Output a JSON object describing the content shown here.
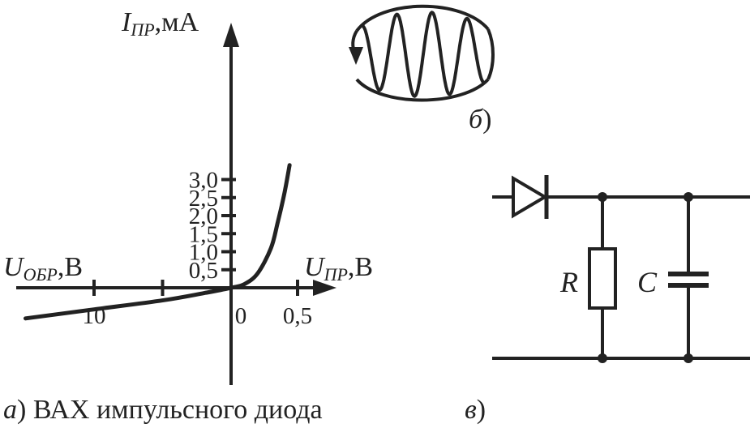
{
  "chart_data": {
    "type": "line",
    "title": "",
    "y_axis": {
      "label_main": "I",
      "label_sub": "ПР",
      "label_unit": ",мА",
      "ticks": [
        "0,5",
        "1,0",
        "1,5",
        "2,0",
        "2,5",
        "3,0"
      ],
      "tick_values": [
        0.5,
        1.0,
        1.5,
        2.0,
        2.5,
        3.0
      ]
    },
    "x_forward": {
      "label_main": "U",
      "label_sub": "ПР",
      "label_unit": ",В",
      "ticks": [
        "0",
        "0,5"
      ],
      "tick_values": [
        0,
        0.5
      ]
    },
    "x_reverse": {
      "label_main": "U",
      "label_sub": "ОБР",
      "label_unit": ",В",
      "ticks": [
        "10"
      ],
      "tick_values": [
        10
      ]
    },
    "series": [
      {
        "forward_points": [
          [
            0,
            0
          ],
          [
            0.1,
            0.1
          ],
          [
            0.2,
            0.4
          ],
          [
            0.3,
            1.1
          ],
          [
            0.35,
            1.8
          ],
          [
            0.4,
            2.6
          ],
          [
            0.44,
            3.4
          ]
        ],
        "reverse_points": [
          [
            0,
            0
          ],
          [
            2,
            -0.15
          ],
          [
            5,
            -0.35
          ],
          [
            10,
            -0.6
          ],
          [
            15,
            -0.85
          ]
        ]
      }
    ],
    "color": "#222222"
  },
  "captions": {
    "a_letter": "а",
    "a_text": ") ВАХ импульсного диода",
    "b_letter": "б",
    "b_paren": ")",
    "v_letter": "в",
    "v_paren": ")"
  },
  "circuit": {
    "resistor_label": "R",
    "capacitor_label": "C"
  }
}
